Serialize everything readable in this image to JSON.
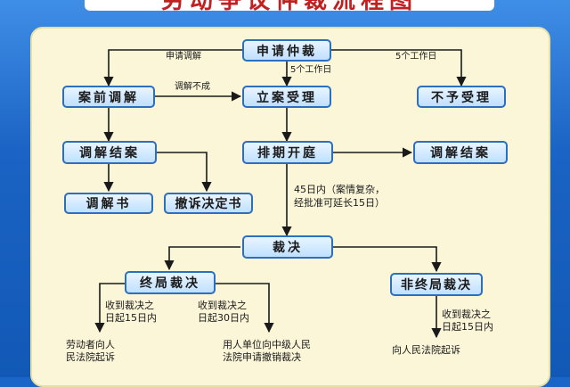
{
  "title": "劳动争议仲裁流程图",
  "nodes": {
    "apply": "申请仲裁",
    "pre_mediation": "案前调解",
    "accept": "立案受理",
    "reject": "不予受理",
    "mediation_end_left": "调解结案",
    "hearing": "排期开庭",
    "mediation_end_right": "调解结案",
    "mediation_doc": "调解书",
    "withdraw_doc": "撤诉决定书",
    "ruling": "裁决",
    "final_ruling": "终局裁决",
    "non_final_ruling": "非终局裁决"
  },
  "labels": {
    "apply_mediation": "申请调解",
    "five_days_mid": "5个工作日",
    "five_days_right": "5个工作日",
    "mediation_failed": "调解不成",
    "days45_line1": "45日内（案情复杂，",
    "days45_line2": "经批准可延长15日）",
    "final15_line1": "收到裁决之",
    "final15_line2": "日起15日内",
    "final30_line1": "收到裁决之",
    "final30_line2": "日起30日内",
    "nonfinal15_line1": "收到裁决之",
    "nonfinal15_line2": "日起15日内",
    "worker_sue_line1": "劳动者向人",
    "worker_sue_line2": "民法院起诉",
    "employer_revoke_line1": "用人单位向中级人民",
    "employer_revoke_line2": "法院申请撤销裁决",
    "sue_court": "向人民法院起诉"
  },
  "colors": {
    "background": "#1a66c8",
    "panel": "#fbf6d8",
    "node_border": "#2c6fc0",
    "title_text": "#c02020"
  }
}
